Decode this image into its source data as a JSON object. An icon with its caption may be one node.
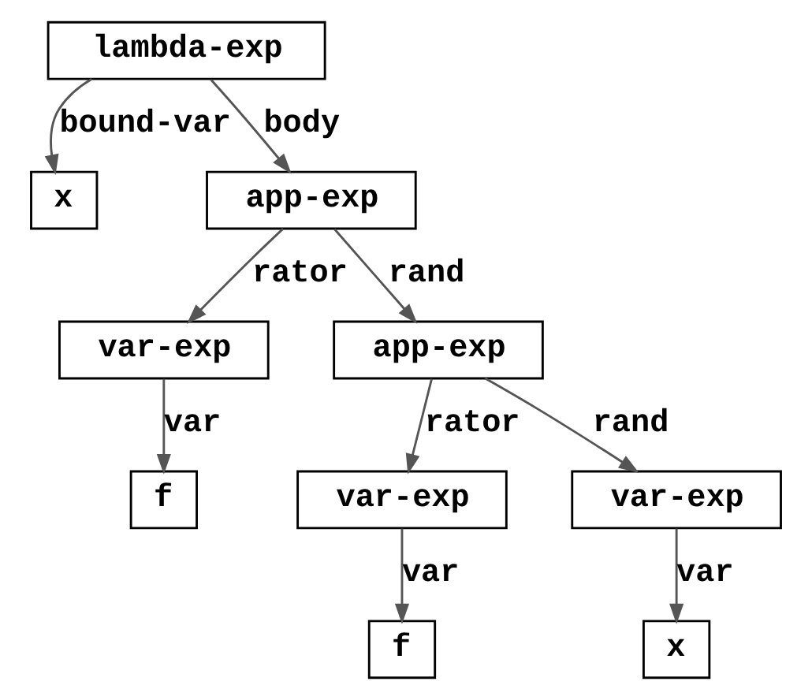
{
  "diagram": {
    "nodes": [
      {
        "text": [
          "lambda-exp"
        ]
      },
      {
        "text": [
          "x"
        ]
      },
      {
        "text": [
          "app-exp"
        ]
      },
      {
        "text": [
          "var-exp"
        ]
      },
      {
        "text": [
          "f"
        ]
      },
      {
        "text": [
          "app-exp"
        ]
      },
      {
        "text": [
          "var-exp"
        ]
      },
      {
        "text": [
          "f"
        ]
      },
      {
        "text": [
          "var-exp"
        ]
      },
      {
        "text": [
          "x"
        ]
      }
    ],
    "edges": [
      {
        "from": 0,
        "to": 1,
        "arrow": "to",
        "label": "bound-var"
      },
      {
        "from": 0,
        "to": 2,
        "arrow": "to",
        "label": "body"
      },
      {
        "from": 2,
        "to": 3,
        "arrow": "to",
        "label": "rator"
      },
      {
        "from": 2,
        "to": 5,
        "arrow": "to",
        "label": "rand"
      },
      {
        "from": 3,
        "to": 4,
        "arrow": "to",
        "label": "var"
      },
      {
        "from": 5,
        "to": 6,
        "arrow": "to",
        "label": "rator"
      },
      {
        "from": 5,
        "to": 8,
        "arrow": "to",
        "label": "rand"
      },
      {
        "from": 6,
        "to": 7,
        "arrow": "to",
        "label": "var"
      },
      {
        "from": 8,
        "to": 9,
        "arrow": "to",
        "label": "var"
      }
    ]
  }
}
